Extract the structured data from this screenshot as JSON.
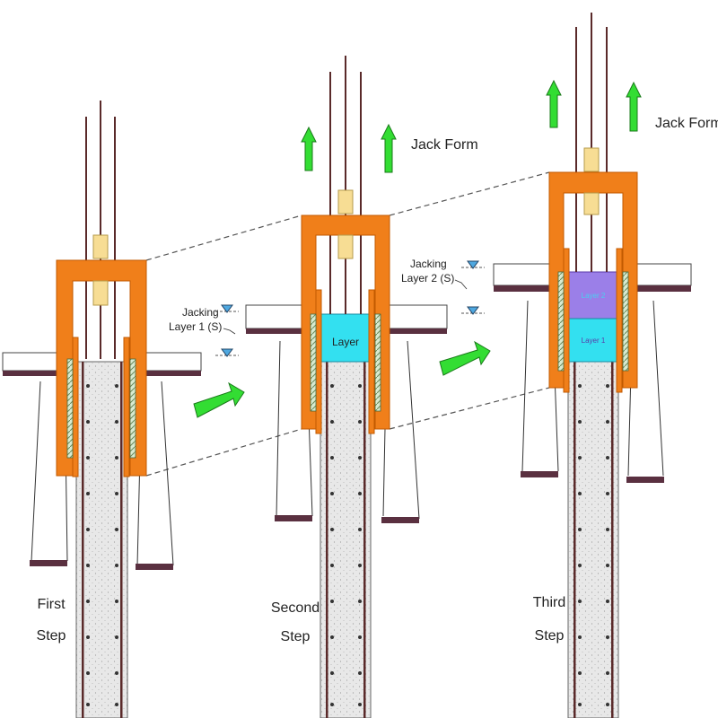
{
  "labels": {
    "jack_form": "Jack Form",
    "jacking_label": "Jacking",
    "layer1_label": "Layer 1 (S)",
    "layer2_label": "Layer 2 (S)",
    "layer_text": "Layer",
    "layer1_short": "Layer 1",
    "layer2_short": "Layer 2",
    "first_a": "First",
    "first_b": "Step",
    "second_a": "Second",
    "second_b": "Step",
    "third_a": "Third",
    "third_b": "Step"
  },
  "colors": {
    "form": "#f07f1a",
    "form_edge": "#c25a00",
    "arrow": "#33dd33",
    "layer1": "#33e0f0",
    "layer2": "#9b7fe8",
    "concrete": "#e6e6e6",
    "rebar": "#5a2a2a",
    "jack": "#f7dd94",
    "slab": "#5a3040"
  }
}
